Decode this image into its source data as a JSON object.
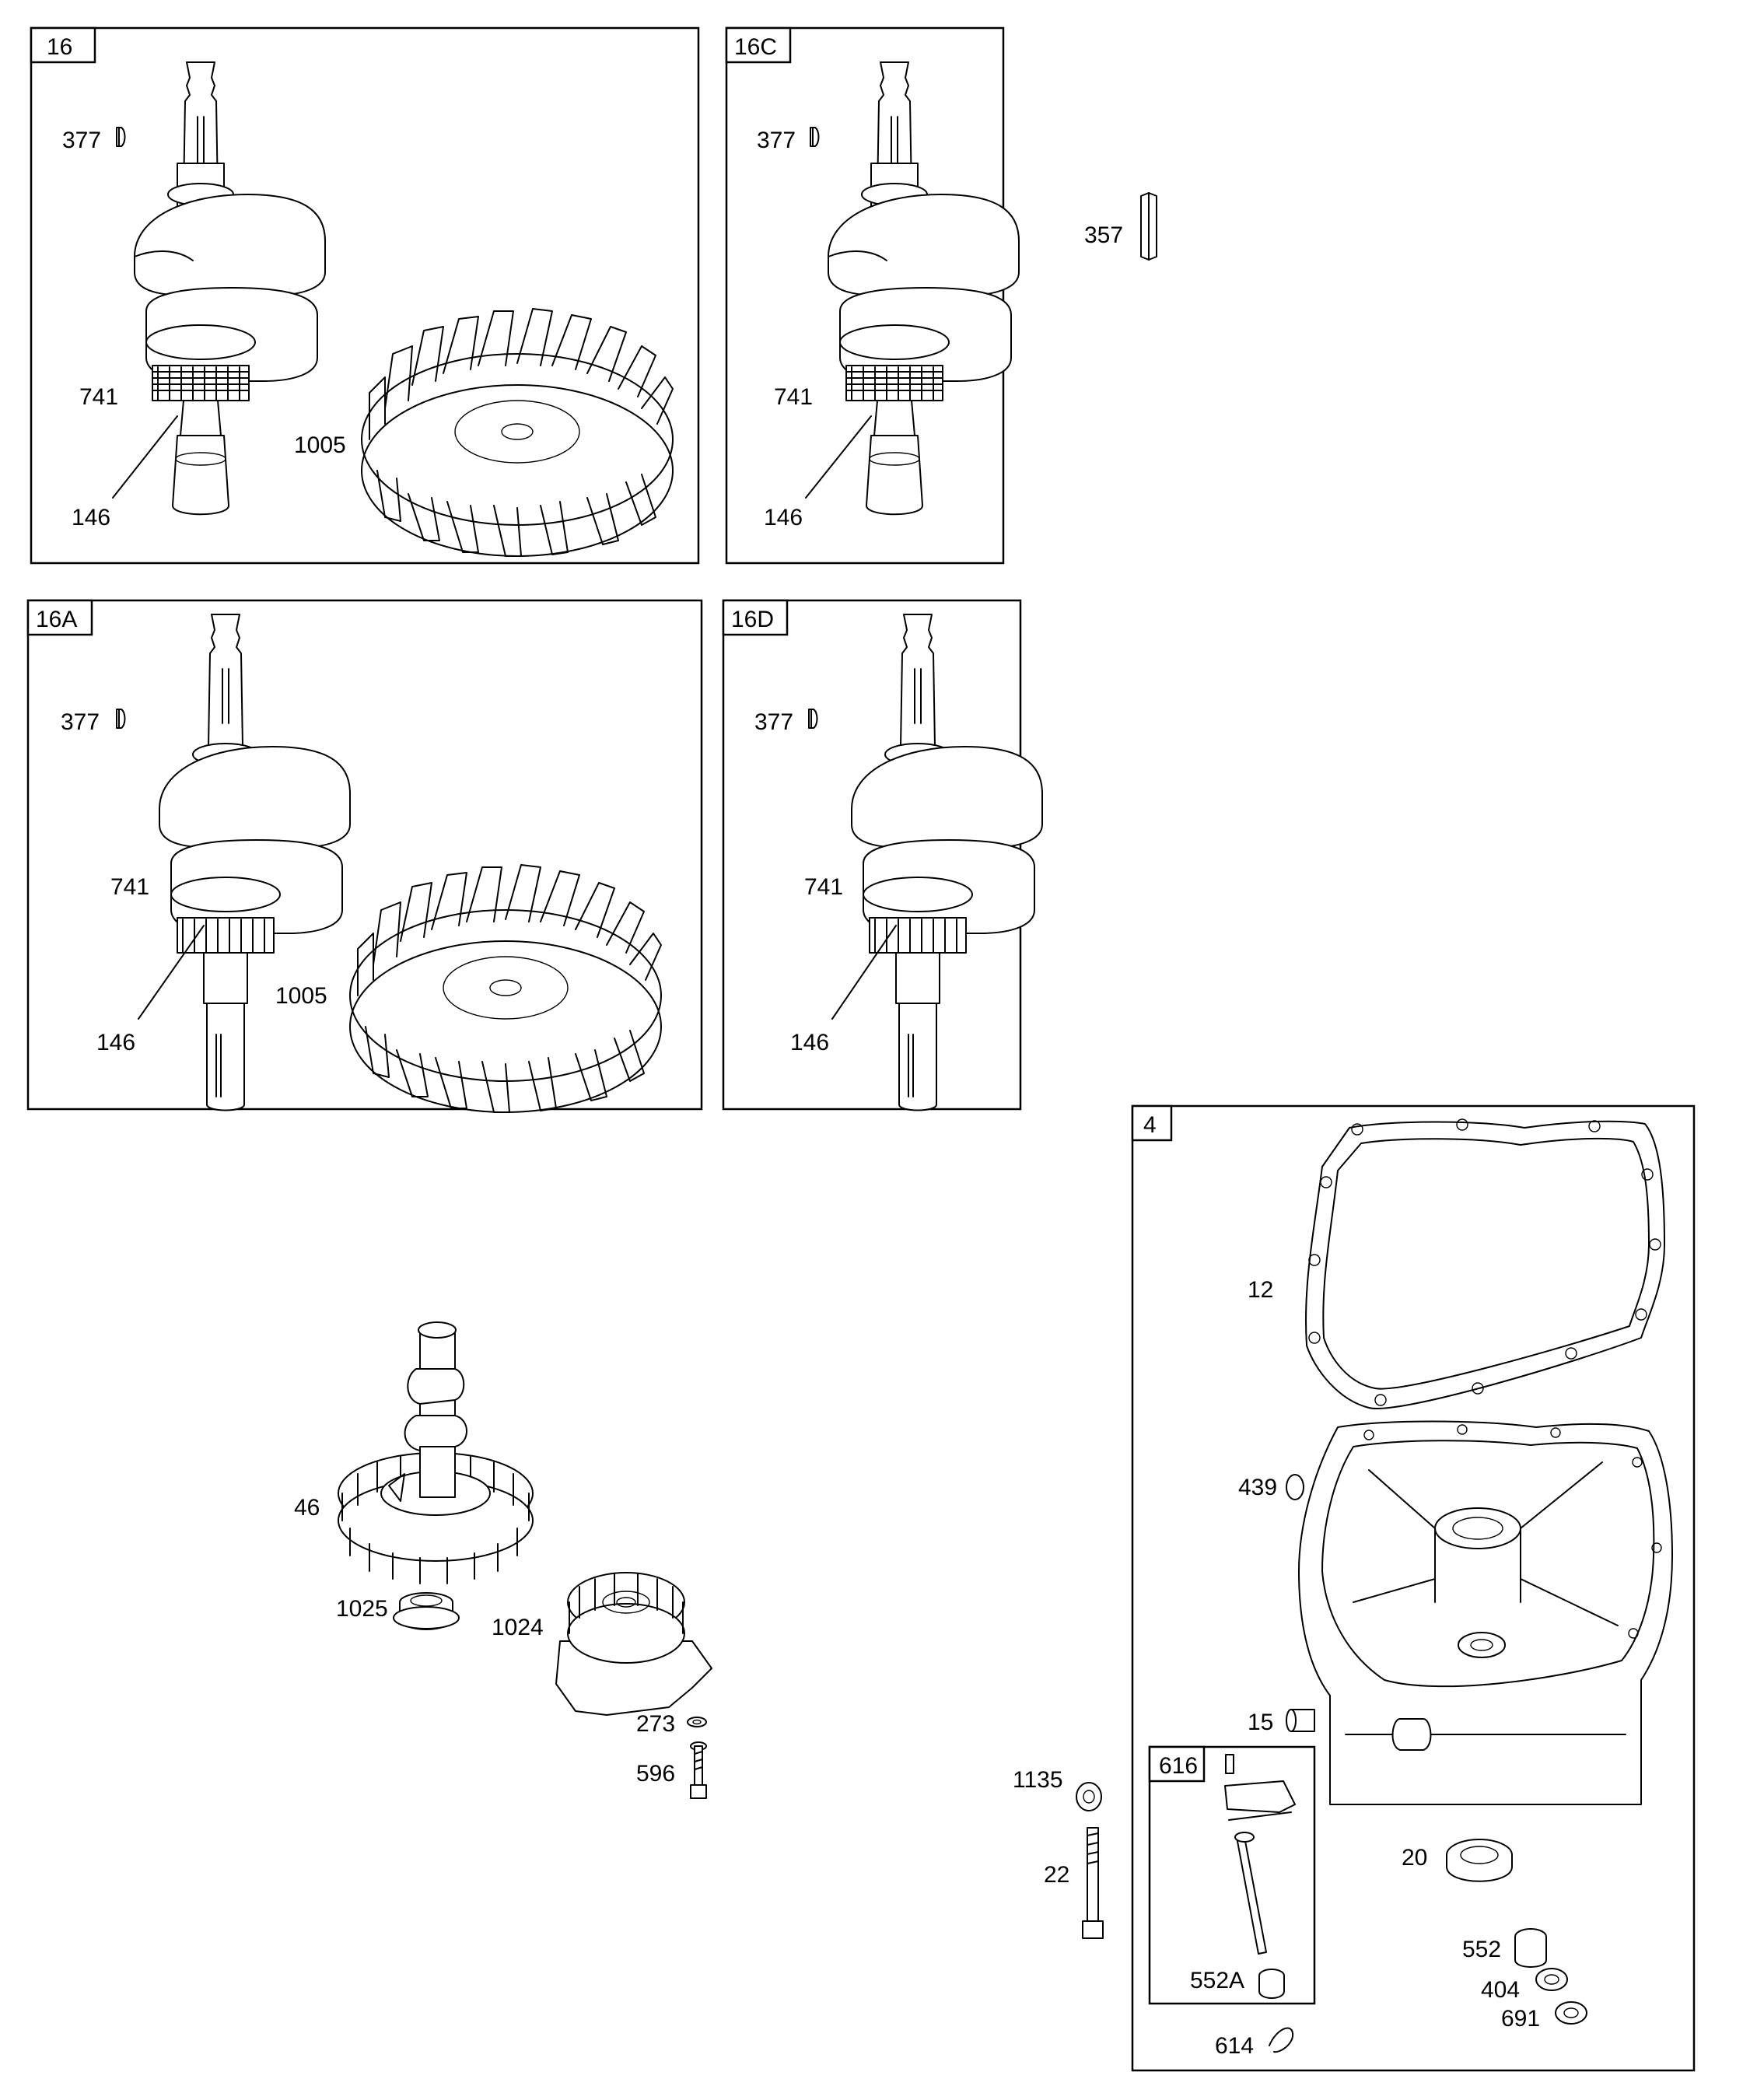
{
  "panels": {
    "p16": {
      "id": "16",
      "labels": {
        "key": "377",
        "gear": "741",
        "shaft": "146",
        "flywheel": "1005"
      }
    },
    "p16c": {
      "id": "16C",
      "labels": {
        "key": "377",
        "gear": "741",
        "shaft": "146"
      }
    },
    "p16a": {
      "id": "16A",
      "labels": {
        "key": "377",
        "gear": "741",
        "shaft": "146",
        "flywheel": "1005"
      }
    },
    "p16d": {
      "id": "16D",
      "labels": {
        "key": "377",
        "gear": "741",
        "shaft": "146"
      }
    },
    "p4": {
      "id": "4",
      "labels": {
        "gasket": "12",
        "oring": "439",
        "plug": "15",
        "seal": "20",
        "bushing": "552",
        "washer": "404",
        "seal2": "691",
        "pin": "614"
      }
    },
    "p616": {
      "id": "616",
      "labels": {
        "bushing": "552A"
      }
    }
  },
  "loose_parts": {
    "key_357": "357",
    "camshaft": "46",
    "cam_bushing": "1025",
    "pump": "1024",
    "washer_273": "273",
    "screw_596": "596",
    "washer_1135": "1135",
    "bolt_22": "22"
  }
}
